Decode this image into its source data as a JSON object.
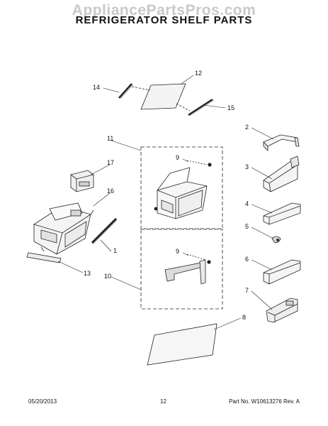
{
  "watermark": "AppliancePartsPros.com",
  "title": "REFRIGERATOR SHELF PARTS",
  "callouts": {
    "c1": "1",
    "c2": "2",
    "c3": "3",
    "c4": "4",
    "c5": "5",
    "c6": "6",
    "c7": "7",
    "c8": "8",
    "c9a": "9",
    "c9b": "9",
    "c10": "10",
    "c11": "11",
    "c12": "12",
    "c13": "13",
    "c14": "14",
    "c15": "15",
    "c16": "16",
    "c17": "17"
  },
  "footer": {
    "date": "05/20/2013",
    "page": "12",
    "part": "Part No. W10613276  Rev. A"
  }
}
